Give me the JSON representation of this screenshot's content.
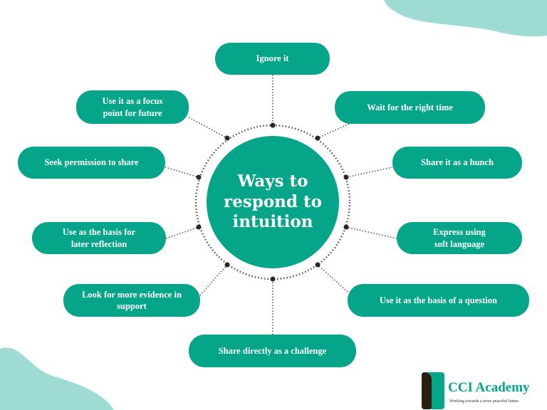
{
  "title": "Ways to\nrespond to\nintuition",
  "options": {
    "ignore": "Ignore it",
    "focus": "Use it as a focus\npoint for future",
    "wait": "Wait for the right time",
    "permission": "Seek permission to share",
    "hunch": "Share it as a hunch",
    "reflection": "Use as the basis for\nlater reflection",
    "soft": "Express using\nsoft language",
    "evidence": "Look for more evidence in\nsupport",
    "question": "Use it as the basis of a question",
    "challenge": "Share directly as a challenge"
  },
  "logo": {
    "name": "CCI Academy",
    "tagline": "Working towards a more peaceful future"
  },
  "colors": {
    "primary": "#05a58a",
    "accent_blob": "#9edbd3"
  }
}
